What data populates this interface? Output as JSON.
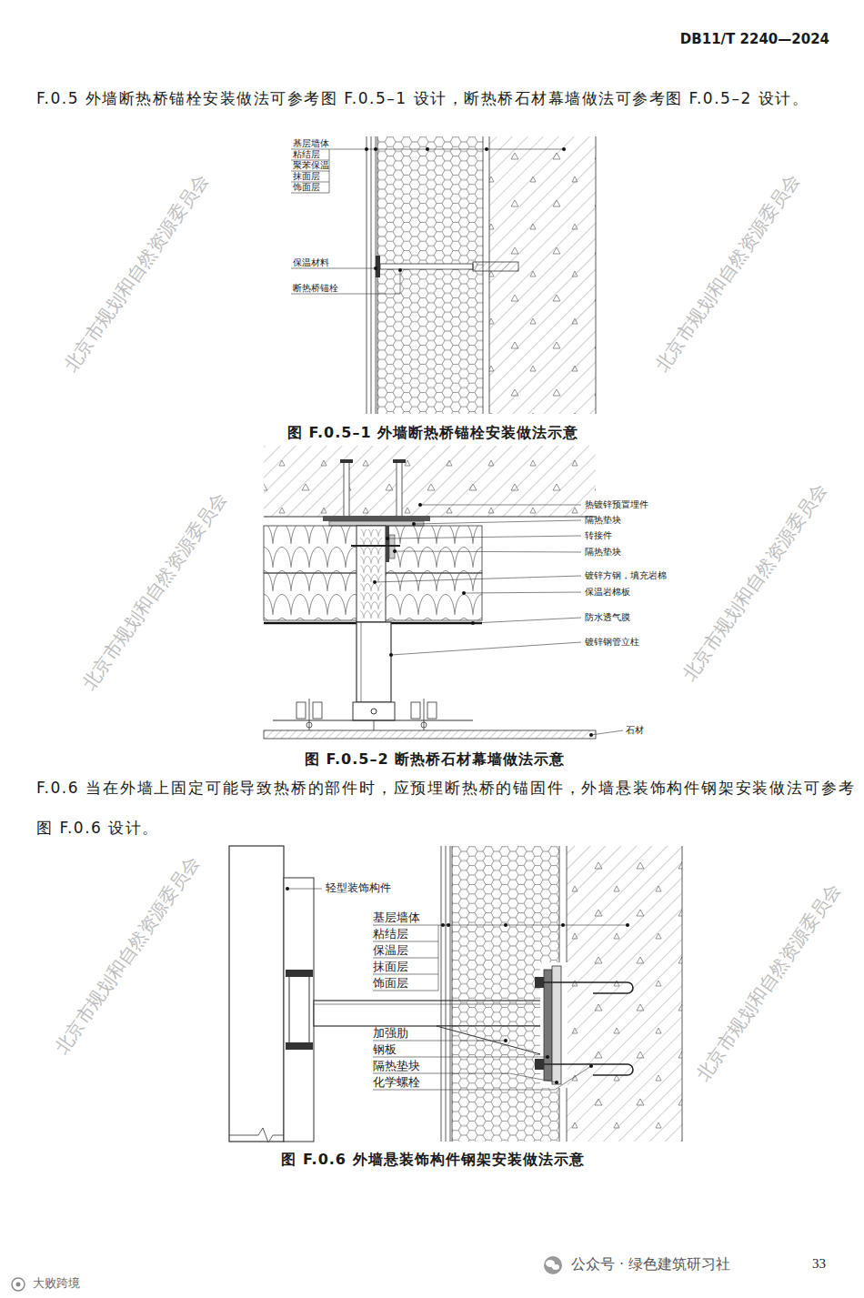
{
  "diagram": {
    "labels": [
      "DB11/T 2240—2024",
      "F.0.5 外墙断热桥锚栓安装做法可参考图 F.0.5–1 设计，断热桥石材幕墙做法可参考图 F.0.5–2 设计。",
      "基层墙体",
      "粘结层",
      "聚苯保温",
      "抹面层",
      "饰面层",
      "保温材料",
      "断热桥锚栓",
      "图 F.0.5–1 外墙断热桥锚栓安装做法示意",
      "热镀锌预置埋件",
      "隔热垫块",
      "转接件",
      "隔热垫块",
      "镀锌方钢，填充岩棉",
      "保温岩棉板",
      "防水透气膜",
      "镀锌钢管立柱",
      "石材",
      "图 F.0.5–2 断热桥石材幕墙做法示意",
      "F.0.6 当在外墙上固定可能导致热桥的部件时，应预埋断热桥的锚固件，外墙悬装饰构件钢架安装做法可参考图 F.0.6 设计。",
      "轻型装饰构件",
      "基层墙体",
      "粘结层",
      "保温层",
      "抹面层",
      "饰面层",
      "加强肋",
      "钢板",
      "隔热垫块",
      "化学螺栓",
      "图 F.0.6 外墙悬装饰构件钢架安装做法示意",
      "33",
      "公众号 · 绿色建筑研习社",
      "大败跨境",
      "北京市规划和自然资源委员会",
      "北京市规划和自然资源委员会",
      "北京市规划和自然资源委员会",
      "北京市规划和自然资源委员会",
      "北京市规划和自然资源委员会",
      "北京市规划和自然资源委员会"
    ]
  }
}
